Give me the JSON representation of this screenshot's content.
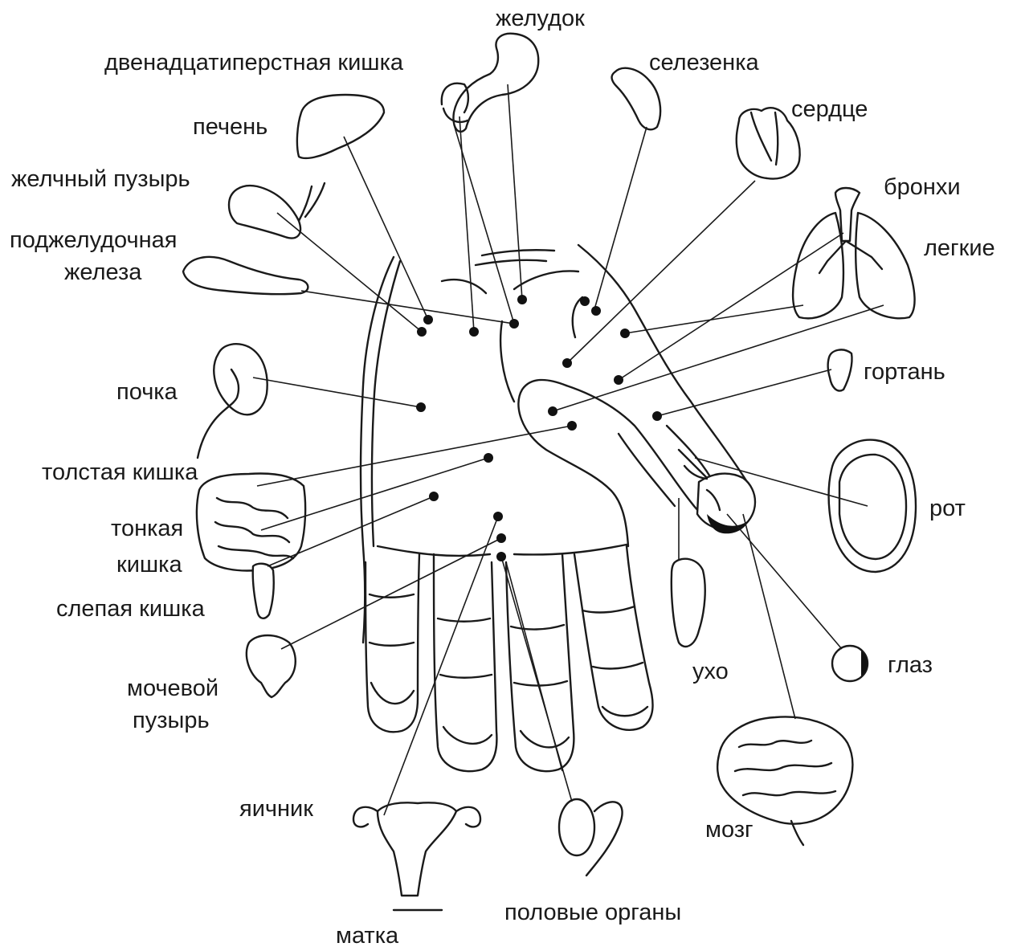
{
  "labels": {
    "stomach": "желудок",
    "duodenum": "двенадцатиперстная кишка",
    "spleen": "селезенка",
    "liver": "печень",
    "heart": "сердце",
    "gallbladder": "желчный пузырь",
    "bronchi": "бронхи",
    "pancreas_line1": "поджелудочная",
    "pancreas_line2": "железа",
    "lungs": "легкие",
    "larynx": "гортань",
    "kidney": "почка",
    "large_intestine": "толстая кишка",
    "small_intestine_line1": "тонкая",
    "small_intestine_line2": "кишка",
    "mouth": "рот",
    "cecum": "слепая кишка",
    "bladder_line1": "мочевой",
    "bladder_line2": "пузырь",
    "ear": "ухо",
    "eye": "глаз",
    "ovary": "яичник",
    "brain": "мозг",
    "genitals": "половые органы",
    "uterus": "матка"
  }
}
